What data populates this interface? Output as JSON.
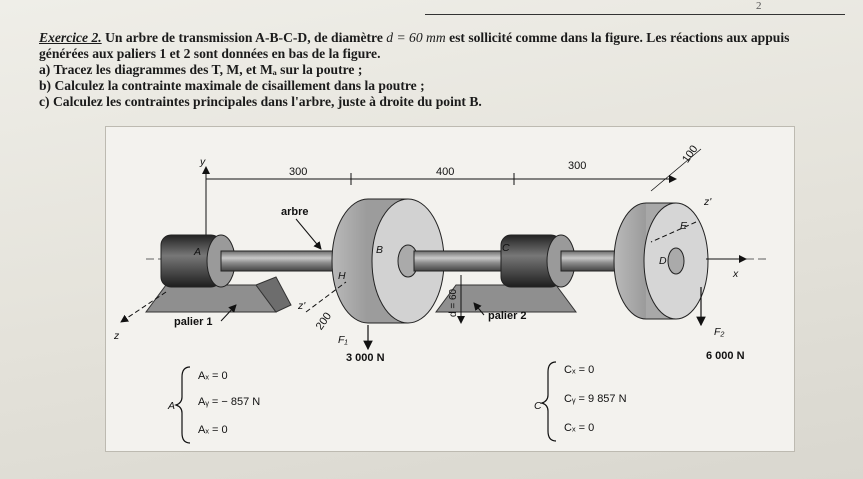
{
  "header_mark": "2",
  "exercise": {
    "title": "Exercice 2.",
    "intro_before": "Un arbre de transmission A-B-C-D, de diamètre",
    "diameter": "d = 60 mm",
    "intro_after": "est sollicité comme dans la figure. Les réactions aux appuis",
    "line2": "générées aux paliers 1 et 2 sont données en bas de la figure.",
    "question_a": "a) Tracez les diagrammes des T, M, et Mₐ sur la poutre ;",
    "question_b": "b) Calculez la contrainte maximale de cisaillement dans la poutre ;",
    "question_c": "c) Calculez les contraintes principales dans l'arbre, juste à droite du point B."
  },
  "figure": {
    "dims": {
      "d1": "300",
      "d2": "400",
      "d3": "300",
      "d4": "100",
      "d5": "200"
    },
    "labels": {
      "y_axis": "y",
      "x_axis": "x",
      "z_axis": "z",
      "z_prime_left": "z'",
      "z_prime_right": "z'",
      "arbre": "arbre",
      "palier1": "palier 1",
      "palier2": "palier 2",
      "diameter_tag": "d = 60",
      "A": "A",
      "B": "B",
      "C": "C",
      "D": "D",
      "E": "E",
      "H": "H"
    },
    "forces": {
      "F1_name": "F₁",
      "F1_value": "3 000 N",
      "F2_name": "F₂",
      "F2_value": "6 000 N"
    },
    "reactions": {
      "A_name": "A",
      "A": [
        "Aₓ = 0",
        "Aᵧ = − 857 N",
        "Aₓ = 0"
      ],
      "C_name": "C",
      "C": [
        "Cₓ = 0",
        "Cᵧ = 9 857 N",
        "Cₓ = 0"
      ]
    }
  }
}
